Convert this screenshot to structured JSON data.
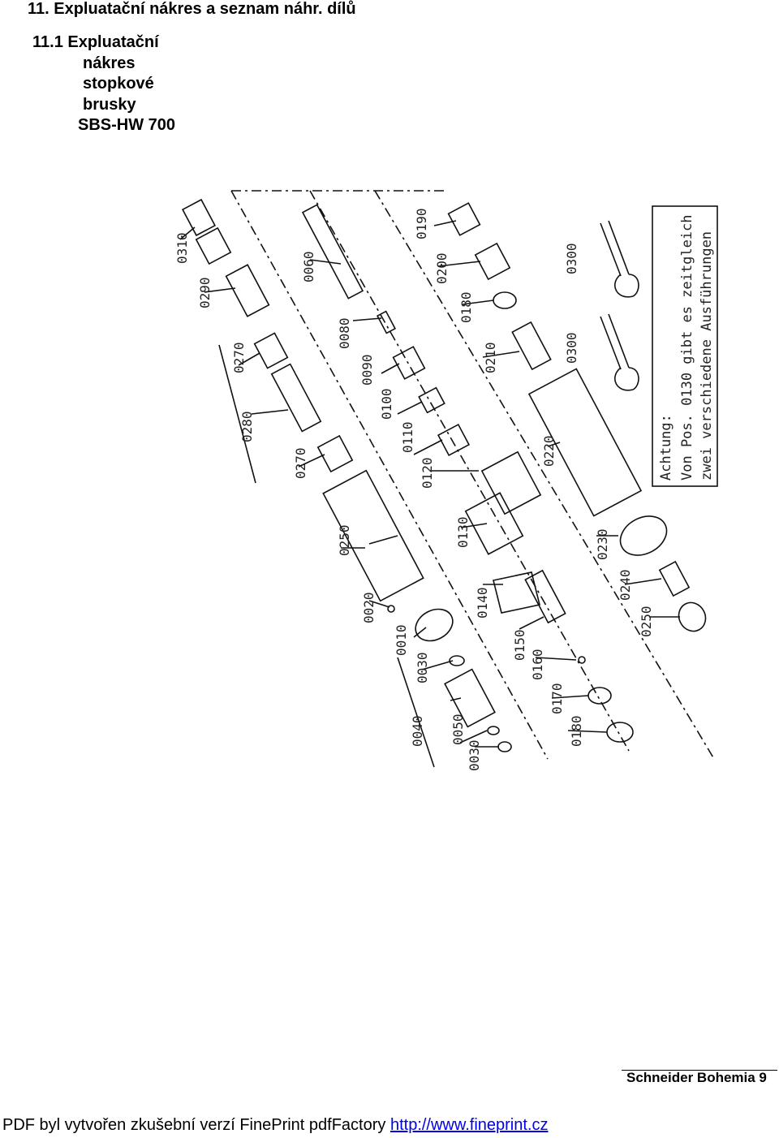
{
  "section_heading": "11.  Expluatační nákres a seznam náhr. dílů",
  "subsection": {
    "number_title": "11.1 Expluatační",
    "line2": "nákres",
    "line3": "stopkové",
    "line4": "brusky",
    "model": "SBS-HW 700"
  },
  "drawing": {
    "part_labels": [
      "0310",
      "0290",
      "0270",
      "0280",
      "0270",
      "0250",
      "0020",
      "0010",
      "0030",
      "0040",
      "0050",
      "0030",
      "0060",
      "0080",
      "0090",
      "0100",
      "0110",
      "0120",
      "0130",
      "0140",
      "0150",
      "0160",
      "0170",
      "0180",
      "0190",
      "0200",
      "0180",
      "0210",
      "0220",
      "0230",
      "0240",
      "0250",
      "0300",
      "0300"
    ],
    "note_lines": [
      "Achtung:",
      "Von Pos. 0130 gibt es zeitgleich",
      "zwei verschiedene Ausführungen"
    ]
  },
  "footer": {
    "brand": "Schneider Bohemia 9",
    "pdf_text": "PDF byl vytvořen zkušební verzí FinePrint pdfFactory ",
    "pdf_link": "http://www.fineprint.cz"
  }
}
